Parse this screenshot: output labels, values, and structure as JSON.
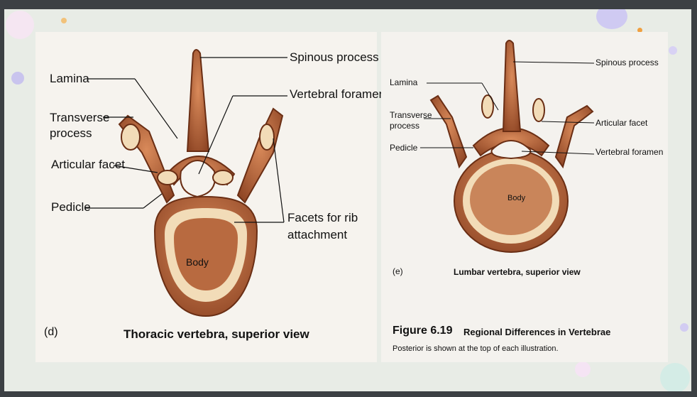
{
  "left_panel": {
    "labels": {
      "lamina": "Lamina",
      "transverse_process": "Transverse\nprocess",
      "articular_facet": "Articular facet",
      "pedicle": "Pedicle",
      "spinous_process": "Spinous process",
      "vertebral_foramen": "Vertebral foramen",
      "facets_for_rib": "Facets for rib\nattachment",
      "body": "Body"
    },
    "panel_letter": "(d)",
    "caption": "Thoracic vertebra, superior view"
  },
  "right_panel": {
    "labels": {
      "lamina": "Lamina",
      "transverse_process": "Transverse\nprocess",
      "pedicle": "Pedicle",
      "spinous_process": "Spinous process",
      "articular_facet": "Articular facet",
      "vertebral_foramen": "Vertebral foramen",
      "body": "Body"
    },
    "panel_letter": "(e)",
    "caption": "Lumbar vertebra, superior view",
    "figure_number": "Figure 6.19",
    "figure_title": "Regional Differences in Vertebrae",
    "figure_note": "Posterior is shown at the top of each illustration."
  },
  "colors": {
    "bone": "#b8643a",
    "bone_dark": "#7a3a1c",
    "cartilage": "#f2dcb8",
    "slide_bg": "#e8ece6"
  }
}
